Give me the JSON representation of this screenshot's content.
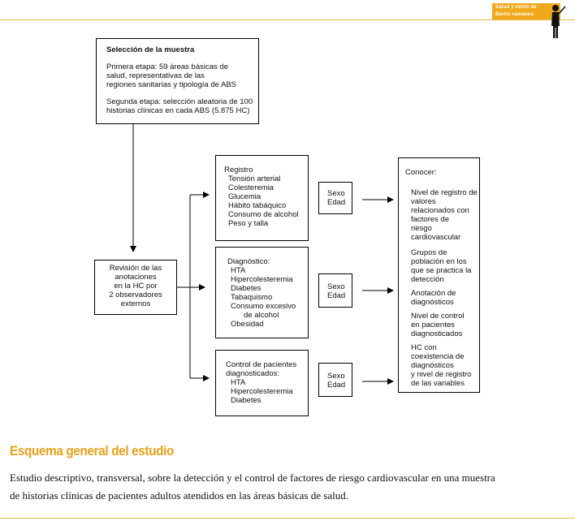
{
  "header": {
    "brand_line1": "Salud y estilo de",
    "brand_line2": "Barrio ramanos"
  },
  "diagram": {
    "sample": {
      "heading": "Selección de la muestra",
      "stage1": [
        "Primera etapa: 59 áreas básicas de",
        "salud, representativas de las",
        "regiones sanitarias y tipología de ABS"
      ],
      "stage2": [
        "Segunda etapa: selección aleatoria de 100",
        "historias clínicas en cada ABS (5.875 HC)"
      ]
    },
    "review": [
      "Revisión de las",
      "anotaciones",
      "en la HC por",
      "2 observadores",
      "externos"
    ],
    "registro": {
      "heading": "Registro",
      "items": [
        "Tensión arterial",
        "Colesteremia",
        "Glucemia",
        "Hábito tabáquico",
        "Consumo de alcohol",
        "Peso y talla"
      ]
    },
    "diagnostico": {
      "heading": "Diagnóstico:",
      "items": [
        "HTA",
        "Hipercolesteremia",
        "Diabetes",
        "Tabaquismo",
        "Consumo excesivo",
        "de alcohol",
        "Obesidad"
      ]
    },
    "control": {
      "heading": [
        "Control de pacientes",
        "diagnosticados:"
      ],
      "items": [
        "HTA",
        "Hipercolesteremia",
        "Diabetes"
      ]
    },
    "sexo_edad": [
      "Sexo",
      "Edad"
    ],
    "conocer": {
      "heading": "Conocer:",
      "groups": [
        [
          "Nivel de registro de",
          "valores",
          "relacionados con",
          "factores de",
          "riesgo",
          "cardiovascular"
        ],
        [
          "Grupos de",
          "población en los",
          "que se practica la",
          "detección"
        ],
        [
          "Anotación de",
          "diagnósticos"
        ],
        [
          "Nivel de control",
          "en pacientes",
          "diagnosticados"
        ],
        [
          "HC con",
          "coexistencia de",
          "diagnósticos",
          "y nivel de registro",
          "de las variables"
        ]
      ]
    }
  },
  "figure_title": "Esquema general del estudio",
  "caption": [
    "Estudio descriptivo, transversal, sobre la detección y el control de factores de riesgo cardiovascular en una muestra",
    "de historias clínicas de pacientes adultos atendidos en las áreas básicas de salud."
  ]
}
